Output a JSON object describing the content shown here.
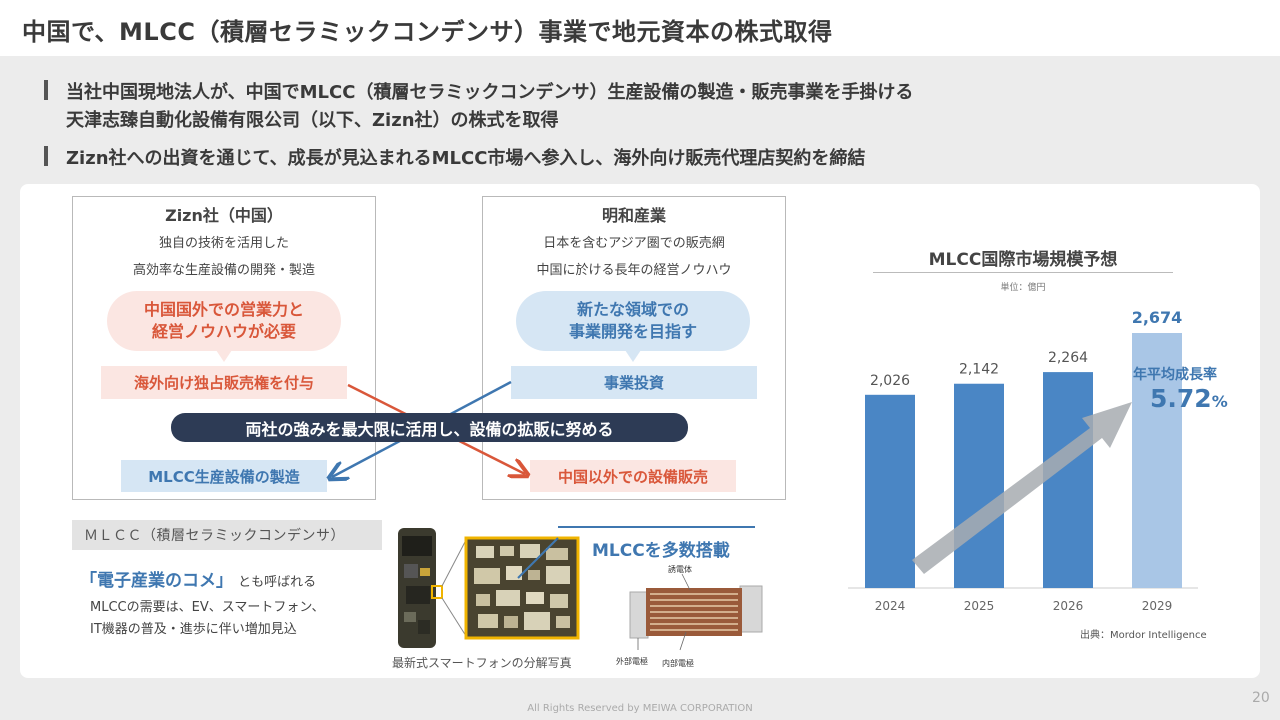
{
  "title": "中国で、MLCC（積層セラミックコンデンサ）事業で地元資本の株式取得",
  "bullets": [
    {
      "line1": "当社中国現地法人が、中国でMLCC（積層セラミックコンデンサ）生産設備の製造・販売事業を手掛ける",
      "line2": "天津志臻自動化設備有限公司（以下、Zizn社）の株式を取得"
    },
    {
      "line1": "Zizn社への出資を通じて、成長が見込まれるMLCC市場へ参入し、海外向け販売代理店契約を締結"
    }
  ],
  "left_company": {
    "name": "Zizn社（中国）",
    "desc1": "独自の技術を活用した",
    "desc2": "高効率な生産設備の開発・製造",
    "bubble1": "中国国外での営業力と",
    "bubble2": "経営ノウハウが必要",
    "tag_top": "海外向け独占販売権を付与",
    "tag_bottom": "MLCC生産設備の製造"
  },
  "right_company": {
    "name": "明和産業",
    "desc1": "日本を含むアジア圏での販売網",
    "desc2": "中国に於ける長年の経営ノウハウ",
    "bubble1": "新たな領域での",
    "bubble2": "事業開発を目指す",
    "tag_top": "事業投資",
    "tag_bottom": "中国以外での設備販売"
  },
  "banner": "両社の強みを最大限に活用し、設備の拡販に努める",
  "mlcc": {
    "heading": "ＭＬＣＣ（積層セラミックコンデンサ）",
    "nickname": "「電子産業のコメ」",
    "nickname_suffix": "とも呼ばれる",
    "demand1": "MLCCの需要は、EV、スマートフォン、",
    "demand2": "IT機器の普及・進歩に伴い増加見込",
    "photo_callout": "MLCCを多数搭載",
    "photo_caption": "最新式スマートフォンの分解写真",
    "diagram_label_top": "誘電体",
    "diagram_label_ext": "外部電極",
    "diagram_label_int": "内部電極"
  },
  "chart_data": {
    "type": "bar",
    "title": "MLCC国際市場規模予想",
    "unit": "単位：億円",
    "categories": [
      "2024",
      "2025",
      "2026",
      "2029"
    ],
    "values": [
      2026,
      2142,
      2264,
      2674
    ],
    "value_labels": [
      "2,026",
      "2,142",
      "2,264",
      "2,674"
    ],
    "cagr_label": "年平均成長率",
    "cagr_value": "5.72",
    "cagr_unit": "%",
    "source": "出典：Mordor Intelligence",
    "colors": {
      "bar": "#4a86c5",
      "bar_highlight": "#a9c6e6",
      "arrow": "#a7abb0"
    }
  },
  "footer": "All Rights Reserved by MEIWA CORPORATION",
  "page_number": "20",
  "colors": {
    "accent_red": "#d9573a",
    "accent_blue": "#3f77b0",
    "navy": "#2d3b55"
  }
}
